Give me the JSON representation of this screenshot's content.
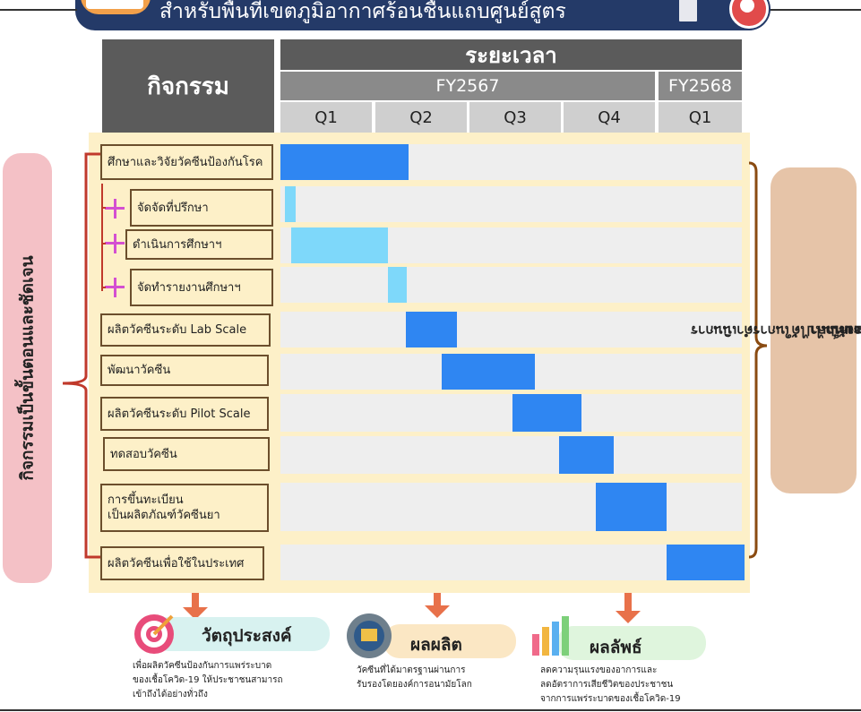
{
  "banner": {
    "title": "สำหรับพื้นที่เขตภูมิอากาศร้อนชื้นแถบศูนย์สูตร"
  },
  "header": {
    "activity": "กิจกรรม",
    "period": "ระยะเวลา",
    "fiscal_years": [
      "FY2567",
      "FY2568"
    ],
    "quarters": [
      "Q1",
      "Q2",
      "Q3",
      "Q4",
      "Q1"
    ]
  },
  "tasks": [
    {
      "label": "ศึกษาและวิจัยวัคซีนป้องกันโรค",
      "color": "#2f86f2"
    },
    {
      "label": "จัดจัดที่ปรึกษา",
      "color": "#7ed8fa"
    },
    {
      "label": "ดำเนินการศึกษาฯ",
      "color": "#7ed8fa"
    },
    {
      "label": "จัดทำรายงานศึกษาฯ",
      "color": "#7ed8fa"
    },
    {
      "label": "ผลิตวัคซีนระดับ Lab Scale",
      "color": "#2f86f2"
    },
    {
      "label": "พัฒนาวัคซีน",
      "color": "#2f86f2"
    },
    {
      "label": "ผลิตวัคซีนระดับ Pilot  Scale",
      "color": "#2f86f2"
    },
    {
      "label": "ทดสอบวัคซีน",
      "color": "#2f86f2"
    },
    {
      "label": "การขึ้นทะเบียน",
      "label2": "เป็นผลิตภัณฑ์วัคซีนยา",
      "color": "#2f86f2"
    },
    {
      "label": "ผลิตวัคซีนเพื่อใช้ในประเทศ",
      "color": "#2f86f2"
    }
  ],
  "chart_data": {
    "type": "gantt",
    "x_axis": {
      "fiscal_years": [
        "FY2567",
        "FY2568"
      ],
      "quarters": [
        "Q1",
        "Q2",
        "Q3",
        "Q4",
        "Q1"
      ],
      "range_quarters": [
        0,
        5
      ]
    },
    "series": [
      {
        "task": "ศึกษาและวิจัยวัคซีนป้องกันโรค",
        "start": 0.0,
        "end": 1.38
      },
      {
        "task": "จัดจัดที่ปรึกษา",
        "start": 0.05,
        "end": 0.16
      },
      {
        "task": "ดำเนินการศึกษาฯ",
        "start": 0.12,
        "end": 1.16
      },
      {
        "task": "จัดทำรายงานศึกษาฯ",
        "start": 1.16,
        "end": 1.36
      },
      {
        "task": "ผลิตวัคซีนระดับ Lab Scale",
        "start": 1.35,
        "end": 1.9
      },
      {
        "task": "พัฒนาวัคซีน",
        "start": 1.74,
        "end": 2.74
      },
      {
        "task": "ผลิตวัคซีนระดับ Pilot  Scale",
        "start": 2.5,
        "end": 3.24
      },
      {
        "task": "ทดสอบวัคซีน",
        "start": 3.0,
        "end": 3.59
      },
      {
        "task": "การขึ้นทะเบียน เป็นผลิตภัณฑ์วัคซีนยา",
        "start": 3.4,
        "end": 4.16
      },
      {
        "task": "ผลิตวัคซีนเพื่อใช้ในประเทศ",
        "start": 4.16,
        "end": 5.0
      }
    ]
  },
  "left_note": "กิจกรรมเป็นขั้นตอนและชัดเจน",
  "right_note": {
    "title": "กิจกรรม + ระยะเวลา",
    "bullets": [
      "สอดคล้องกัน",
      "มีความเป็นไปได้ในการดำเนินการ"
    ]
  },
  "outcomes": [
    {
      "title": "วัตถุประสงค์",
      "lines": [
        "เพื่อผลิตวัคซีนป้องกันการแพร่ระบาด",
        "ของเชื้อโควิด-19 ให้ประชาชนสามารถ",
        "เข้าถึงได้อย่างทั่วถึง"
      ]
    },
    {
      "title": "ผลผลิต",
      "lines": [
        "วัคซีนที่ได้มาตรฐานผ่านการ",
        "รับรองโดยองค์การอนามัยโลก"
      ]
    },
    {
      "title": "ผลลัพธ์",
      "lines": [
        "ลดความรุนแรงของอาการและ",
        "ลดอัตราการเสียชีวิตของประชาชน",
        "จากการแพร่ระบาดของเชื้อโควิด-19"
      ]
    }
  ],
  "colors": {
    "dark_bar": "#2f86f2",
    "light_bar": "#7ed8fa",
    "bracket": "#c0392b",
    "right_bracket": "#8a4b12",
    "arrow": "#e8714a"
  }
}
